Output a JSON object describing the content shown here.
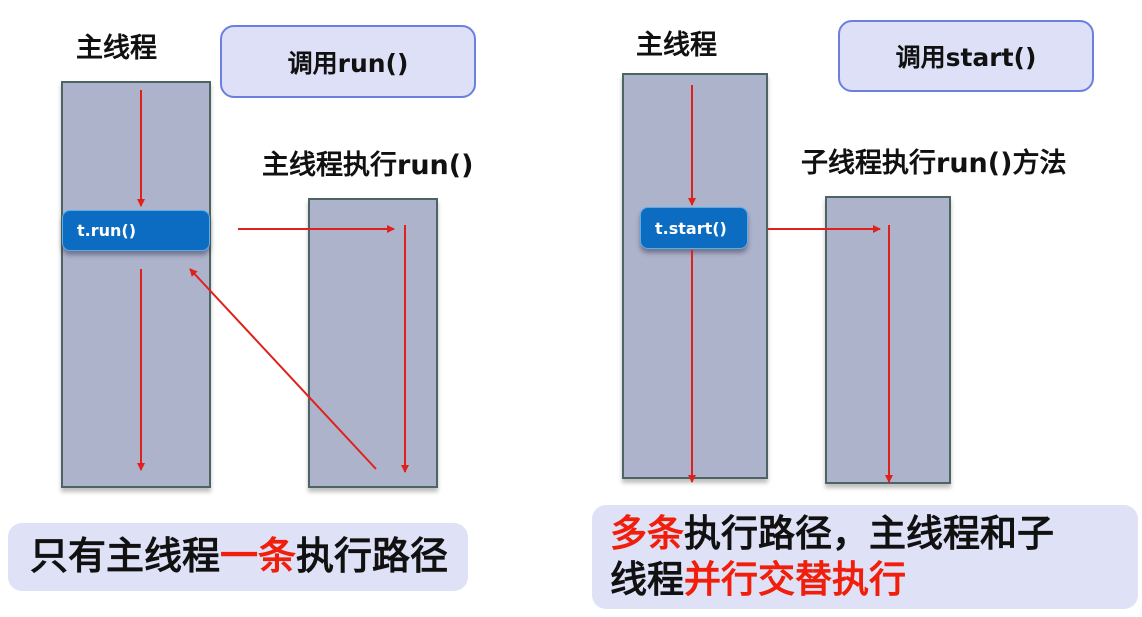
{
  "left_panel": {
    "main_thread_label": "主线程",
    "callout_label": "调用run()",
    "second_label": "主线程执行run()",
    "call_pill": "t.run()",
    "summary": {
      "part1": "只有主线程",
      "part2_highlight": "一条",
      "part3": "执行路径"
    }
  },
  "right_panel": {
    "main_thread_label": "主线程",
    "callout_label": "调用start()",
    "second_label": "子线程执行run()方法",
    "call_pill": "t.start()",
    "summary": {
      "line1_highlight": "多条",
      "line1_rest": "执行路径，主线程和子",
      "line2_start": "线程",
      "line2_highlight": "并行交替执行"
    }
  },
  "colors": {
    "thread_box_fill": "#aeb3cc",
    "thread_box_border": "#4d6464",
    "arrow_red": "#e0201a",
    "call_pill_blue": "#0b6cc2",
    "callout_fill": "#dde0f7",
    "callout_border": "#6b7fe0",
    "highlight_red": "#f01e0a"
  }
}
